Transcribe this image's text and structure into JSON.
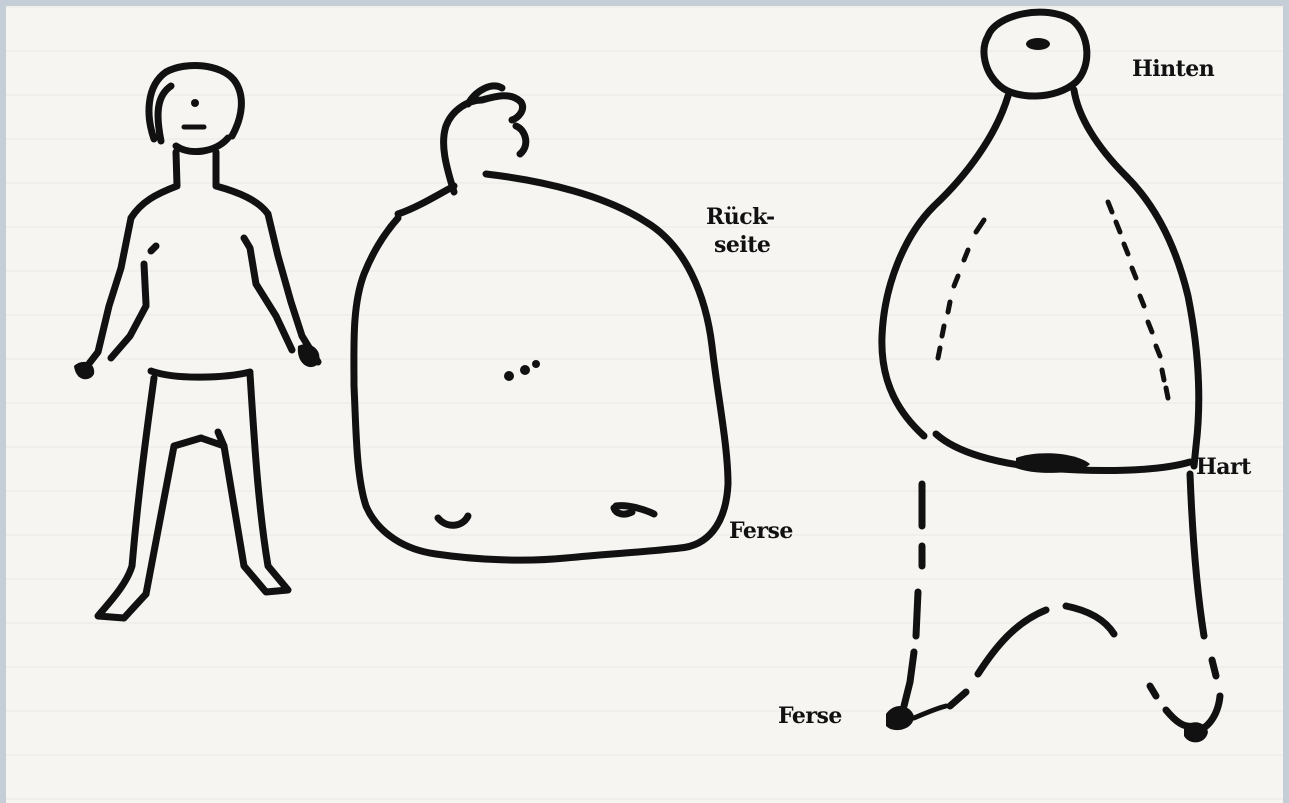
{
  "labels": {
    "rueckseite_line1": "Rück-",
    "rueckseite_line2": "seite",
    "ferse_middle": "Ferse",
    "hinten": "Hinten",
    "hart": "Hart",
    "ferse_right": "Ferse"
  },
  "colors": {
    "ink": "#111111",
    "paper": "#f6f5f2",
    "border": "#c5ced6"
  }
}
